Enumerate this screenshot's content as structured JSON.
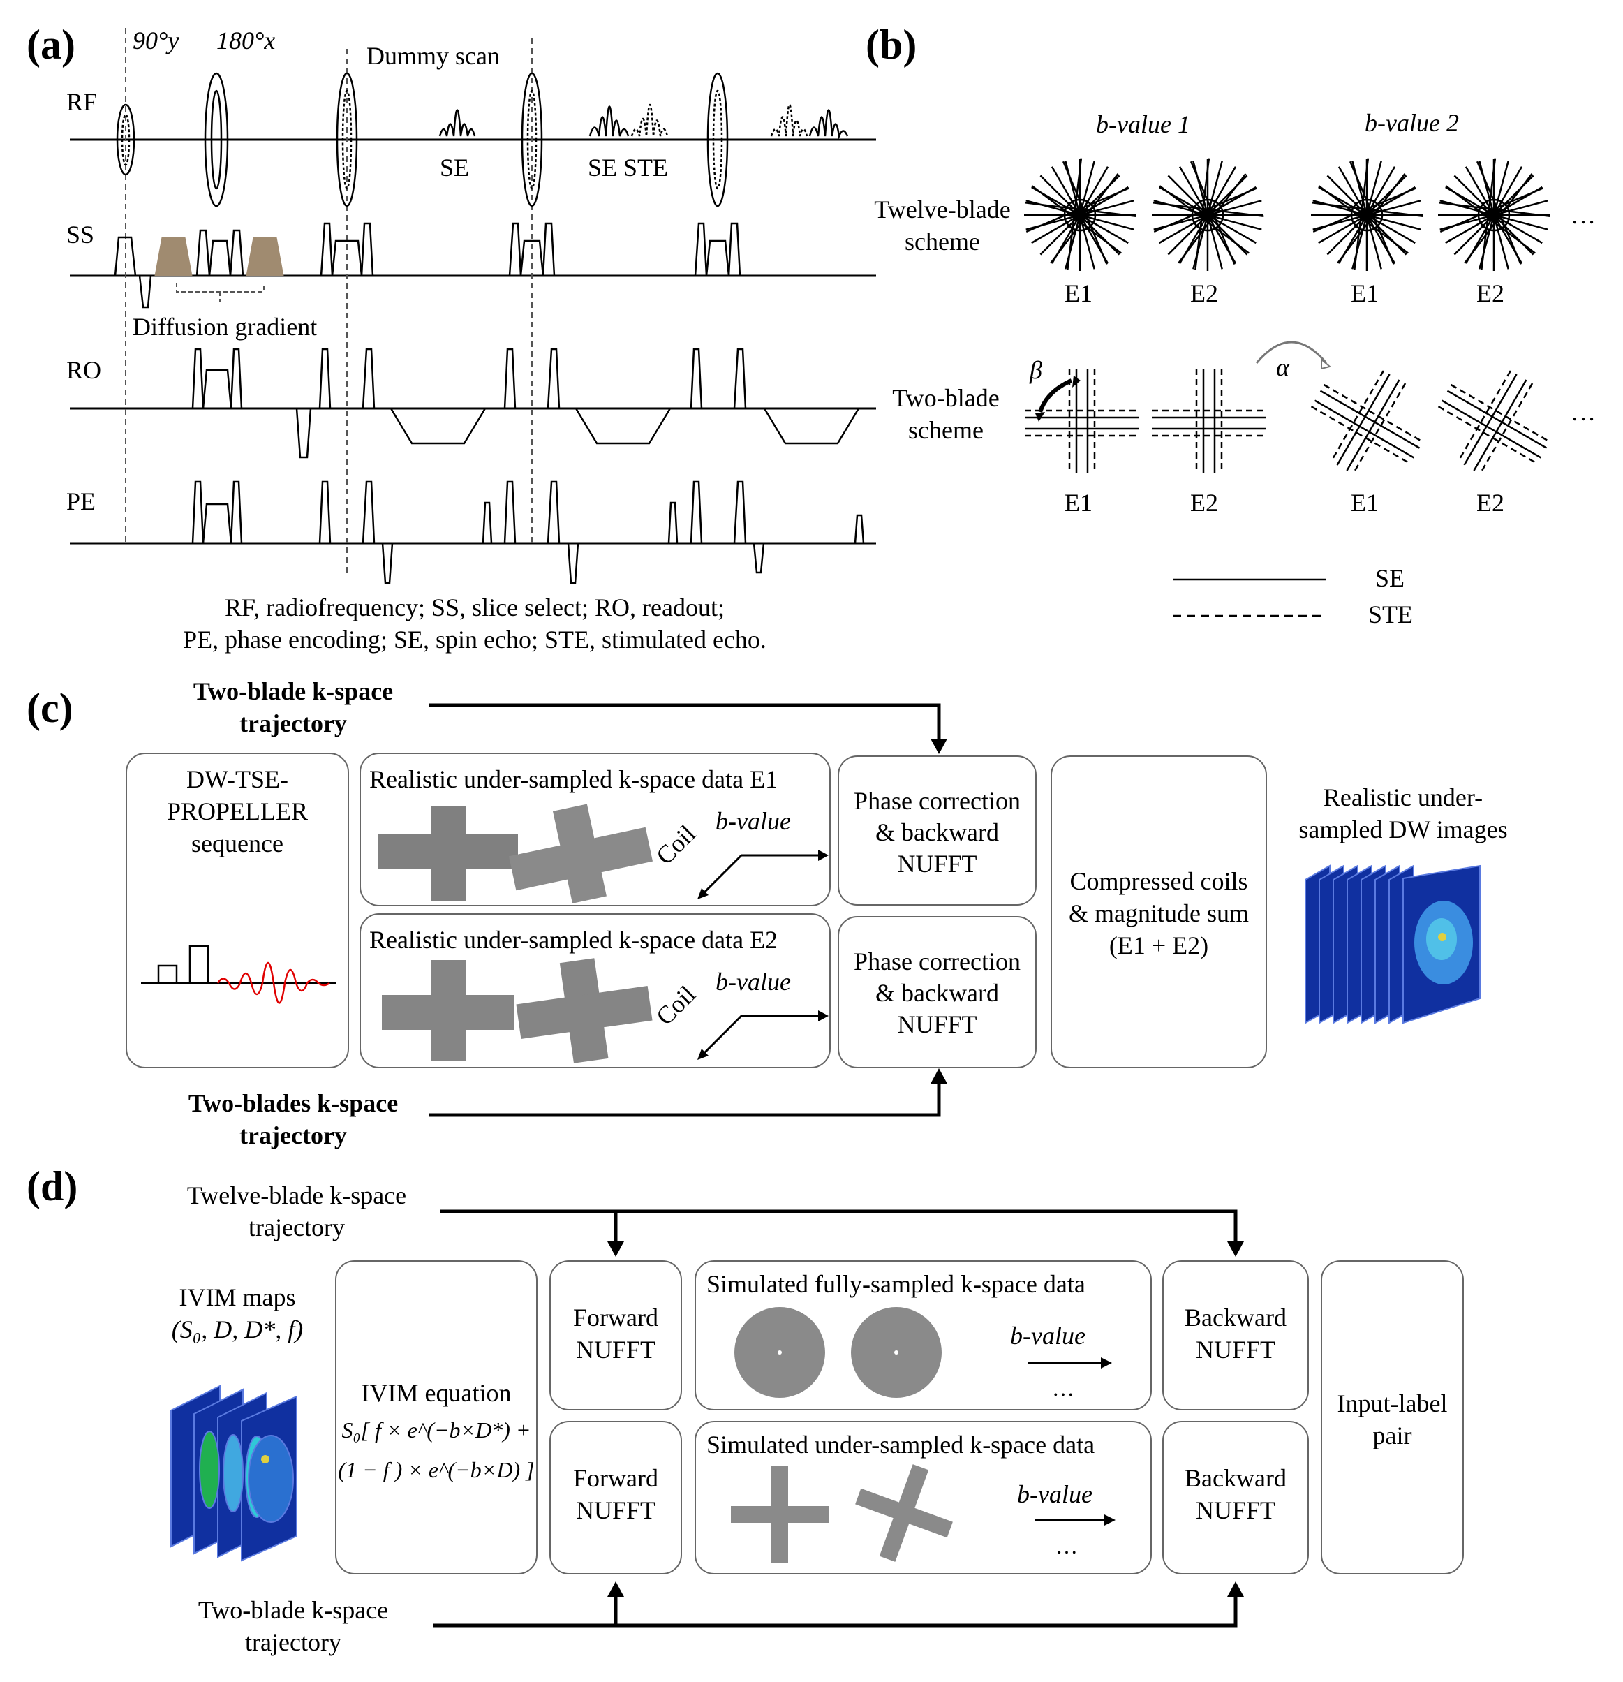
{
  "panel_a": {
    "label": "(a)",
    "pulse_90": "90°y",
    "pulse_180": "180°x",
    "dummy_scan": "Dummy scan",
    "rows": [
      "RF",
      "SS",
      "RO",
      "PE"
    ],
    "echo_se": "SE",
    "echo_se_ste": "SE STE",
    "diffusion_gradient": "Diffusion gradient",
    "legend_line1": "RF, radiofrequency; SS, slice select; RO, readout;",
    "legend_line2": "PE, phase encoding; SE, spin echo; STE, stimulated echo.",
    "diffusion_gradient_color": "#a08b70"
  },
  "panel_b": {
    "label": "(b)",
    "bvalue1": "b-value 1",
    "bvalue2": "b-value 2",
    "twelve_blade_line1": "Twelve-blade",
    "twelve_blade_line2": "scheme",
    "two_blade_line1": "Two-blade",
    "two_blade_line2": "scheme",
    "e1": "E1",
    "e2": "E2",
    "ellipsis": "…",
    "beta": "β",
    "alpha": "α",
    "legend_se": "SE",
    "legend_ste": "STE"
  },
  "panel_c": {
    "label": "(c)",
    "top_traj_line1": "Two-blade k-space",
    "top_traj_line2": "trajectory",
    "bottom_traj_line1": "Two-blades k-space",
    "bottom_traj_line2": "trajectory",
    "seq_line1": "DW-TSE-",
    "seq_line2": "PROPELLER",
    "seq_line3": "sequence",
    "kspace_e1": "Realistic under-sampled k-space data E1",
    "kspace_e2": "Realistic under-sampled k-space data E2",
    "bvalue": "b-value",
    "coil": "Coil",
    "phase_line1": "Phase correction",
    "phase_line2": "& backward",
    "phase_line3": "NUFFT",
    "compress_line1": "Compressed coils",
    "compress_line2": "& magnitude sum",
    "compress_line3": "(E1 + E2)",
    "output_line1": "Realistic under-",
    "output_line2": "sampled DW images",
    "echo_color": "#e00000"
  },
  "panel_d": {
    "label": "(d)",
    "top_traj_line1": "Twelve-blade k-space",
    "top_traj_line2": "trajectory",
    "bottom_traj_line1": "Two-blade k-space",
    "bottom_traj_line2": "trajectory",
    "ivim_maps_line1": "IVIM maps",
    "ivim_maps_line2": "(S₀, D, D*, f)",
    "ivim_eq_title": "IVIM equation",
    "ivim_eq_line1": "S₀[ f × e^(−b×D*) +",
    "ivim_eq_line2": "(1 − f ) × e^(−b×D) ]",
    "forward_line1": "Forward",
    "forward_line2": "NUFFT",
    "full_kspace": "Simulated fully-sampled  k-space data",
    "under_kspace": "Simulated under-sampled  k-space data",
    "bvalue": "b-value",
    "backward_line1": "Backward",
    "backward_line2": "NUFFT",
    "pair_line1": "Input-label",
    "pair_line2": "pair",
    "map_color": "#1030a0"
  }
}
